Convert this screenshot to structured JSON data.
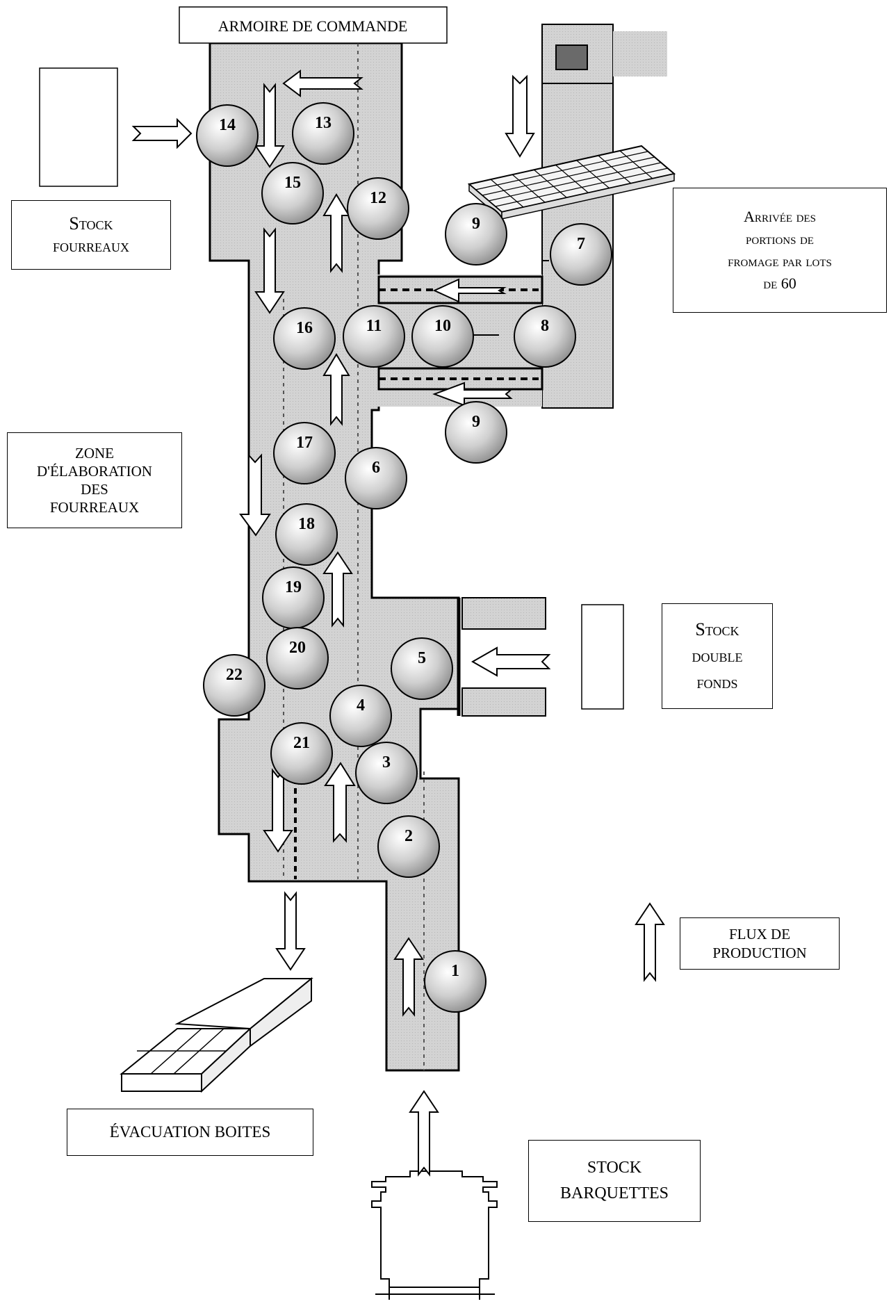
{
  "title": "ARMOIRE DE COMMANDE",
  "labels": {
    "stock_fourreaux": [
      "Stock",
      "fourreaux"
    ],
    "arrivee": [
      "Arrivée des",
      "portions de",
      "fromage par lots",
      "de 60"
    ],
    "zone": [
      "ZONE",
      "D'ÉLABORATION",
      "DES",
      "FOURREAUX"
    ],
    "stock_double": [
      "Stock",
      "double",
      "fonds"
    ],
    "flux": [
      "FLUX DE",
      "PRODUCTION"
    ],
    "evacuation": "ÉVACUATION BOITES",
    "stock_barquettes": [
      "STOCK",
      "BARQUETTES"
    ]
  },
  "stations": [
    "1",
    "2",
    "3",
    "4",
    "5",
    "6",
    "7",
    "8",
    "9",
    "9",
    "10",
    "11",
    "12",
    "13",
    "14",
    "15",
    "16",
    "17",
    "18",
    "19",
    "20",
    "21",
    "22"
  ],
  "colors": {
    "floor": "#cfcfcf",
    "line": "#000000",
    "station_light": "#ffffff",
    "station_dark": "#9a9a9a"
  }
}
